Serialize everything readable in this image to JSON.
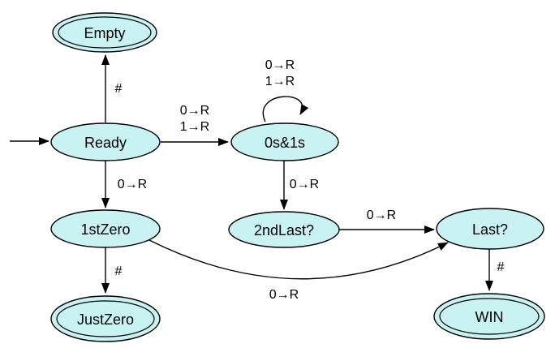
{
  "colors": {
    "state_fill": "#C9F3F3",
    "stroke": "#000000"
  },
  "states": [
    {
      "label": "Empty",
      "accepting": true
    },
    {
      "label": "Ready",
      "accepting": false
    },
    {
      "label": "0s&1s",
      "accepting": false
    },
    {
      "label": "1stZero",
      "accepting": false
    },
    {
      "label": "2ndLast?",
      "accepting": false
    },
    {
      "label": "Last?",
      "accepting": false
    },
    {
      "label": "JustZero",
      "accepting": true
    },
    {
      "label": "WIN",
      "accepting": true
    }
  ],
  "transitions": [
    {
      "name": "start-to-ready",
      "label": ""
    },
    {
      "name": "ready-to-empty",
      "label": "#"
    },
    {
      "name": "ready-to-0s1s",
      "labels": [
        "0→R",
        "1→R"
      ]
    },
    {
      "name": "0s1s-self-loop",
      "labels": [
        "0→R",
        "1→R"
      ]
    },
    {
      "name": "ready-to-1stzero",
      "label": "0→R"
    },
    {
      "name": "0s1s-to-2ndlast",
      "label": "0→R"
    },
    {
      "name": "2ndlast-to-last",
      "label": "0→R"
    },
    {
      "name": "1stzero-to-last",
      "label": "0→R"
    },
    {
      "name": "1stzero-to-justzero",
      "label": "#"
    },
    {
      "name": "last-to-win",
      "label": "#"
    }
  ]
}
